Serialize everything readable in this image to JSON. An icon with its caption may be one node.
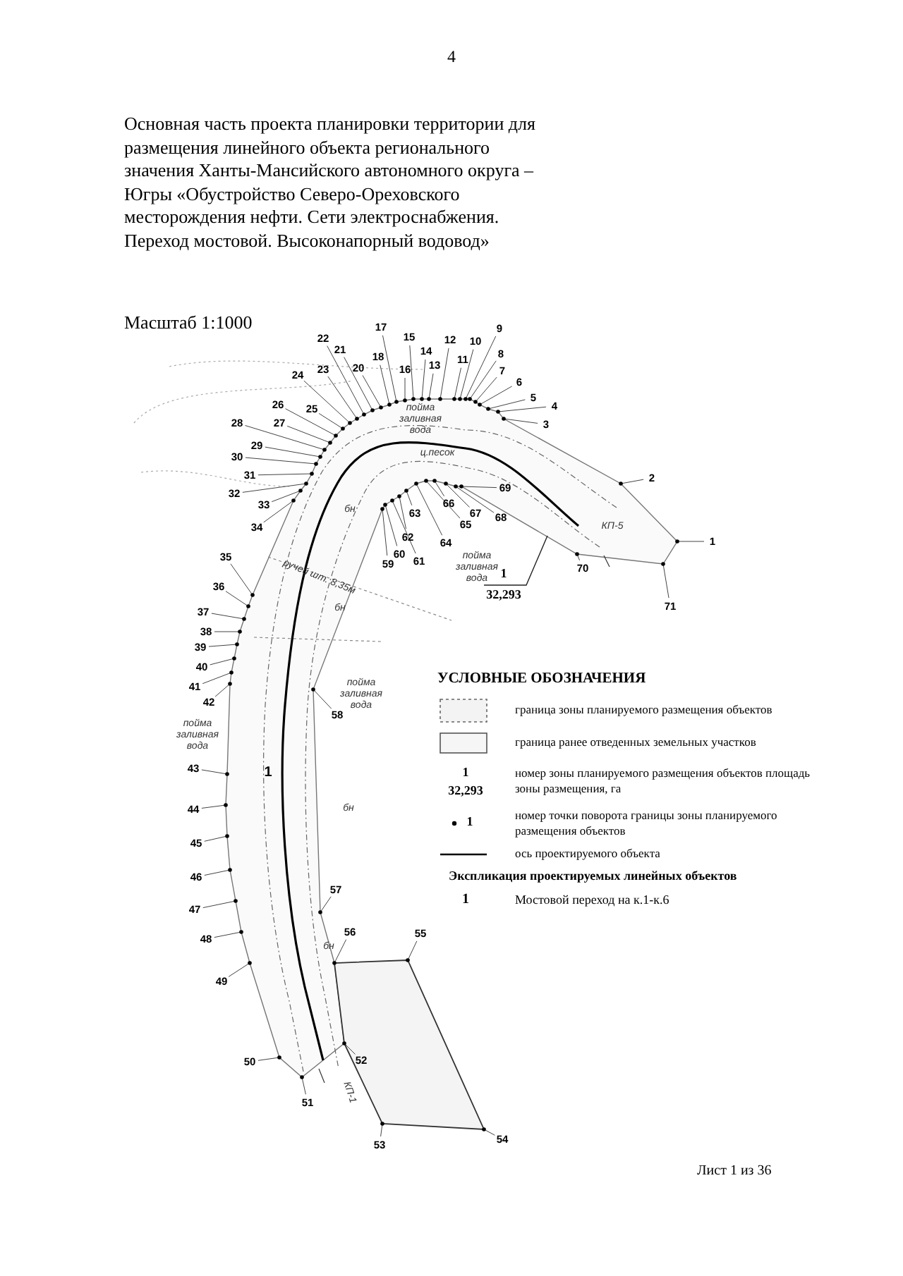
{
  "diagram": {
    "title": "Основная часть проекта планировки территории для размещения линейного объекта регионального значения Ханты-Мансийского автономного округа – Югры «Обустройство Северо-Ореховского месторождения нефти. Сети электроснабжения. Переход мостовой. Высоконапорный водовод»",
    "labels": [
      "4",
      "Масштаб 1:1000",
      "1",
      "2",
      "3",
      "4",
      "5",
      "6",
      "7",
      "8",
      "9",
      "10",
      "11",
      "12",
      "13",
      "14",
      "15",
      "16",
      "17",
      "18",
      "20",
      "21",
      "22",
      "23",
      "24",
      "25",
      "26",
      "27",
      "28",
      "29",
      "30",
      "31",
      "32",
      "33",
      "34",
      "35",
      "36",
      "37",
      "38",
      "39",
      "40",
      "41",
      "42",
      "43",
      "44",
      "45",
      "46",
      "47",
      "48",
      "49",
      "50",
      "51",
      "52",
      "53",
      "54",
      "55",
      "56",
      "57",
      "58",
      "59",
      "60",
      "61",
      "62",
      "63",
      "64",
      "65",
      "66",
      "67",
      "68",
      "69",
      "70",
      "71",
      "пойма заливная вода",
      "ц.песок",
      "пойма заливная вода",
      "КП-5",
      "ручей шт. 8,35м",
      "бн",
      "бн",
      "пойма заливная вода",
      "бн",
      "пойма заливная вода",
      "1",
      "бн",
      "КП-1",
      "1",
      "32,293",
      "УСЛОВНЫЕ ОБОЗНАЧЕНИЯ",
      "1",
      "32,293",
      "1",
      "Экспликация проектируемых линейных объектов",
      "1",
      "Мостовой переход на  к.1-к.6",
      "Лист 1 из 36"
    ],
    "legend": [
      {
        "text": "граница зоны планируемого размещения объектов"
      },
      {
        "text": "граница ранее отведенных земельных участков"
      },
      {
        "text": "номер зоны планируемого размещения объектов площадь зоны размещения, га"
      },
      {
        "text": "номер точки поворота границы зоны планируемого размещения объектов"
      },
      {
        "text": "ось проектируемого объекта"
      }
    ]
  }
}
